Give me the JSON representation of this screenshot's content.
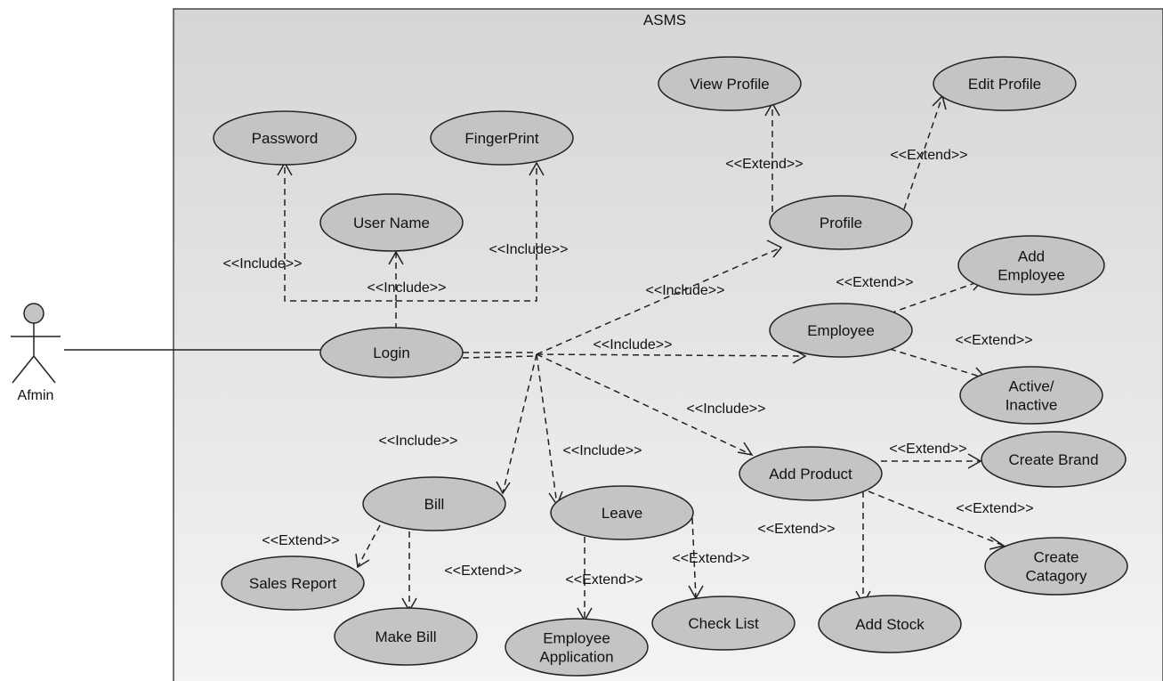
{
  "system": {
    "title": "ASMS"
  },
  "actor": {
    "name": "Afmin"
  },
  "use_cases": {
    "password": [
      "Password"
    ],
    "fingerprint": [
      "FingerPrint"
    ],
    "username": [
      "User Name"
    ],
    "login": [
      "Login"
    ],
    "view_profile": [
      "View Profile"
    ],
    "edit_profile": [
      "Edit Profile"
    ],
    "profile": [
      "Profile"
    ],
    "add_employee": [
      "Add",
      "Employee"
    ],
    "employee": [
      "Employee"
    ],
    "active_inactive": [
      "Active/",
      "Inactive"
    ],
    "add_product": [
      "Add Product"
    ],
    "create_brand": [
      "Create Brand"
    ],
    "create_catagory": [
      "Create",
      "Catagory"
    ],
    "bill": [
      "Bill"
    ],
    "leave": [
      "Leave"
    ],
    "sales_report": [
      "Sales Report"
    ],
    "make_bill": [
      "Make Bill"
    ],
    "employee_application": [
      "Employee",
      "Application"
    ],
    "check_list": [
      "Check List"
    ],
    "add_stock": [
      "Add Stock"
    ]
  },
  "relationship_labels": {
    "include_password": "<<Include>>",
    "include_username": "<<Include>>",
    "include_fingerprint": "<<Include>>",
    "include_profile": "<<Include>>",
    "include_employee": "<<Include>>",
    "include_add_product": "<<Include>>",
    "include_bill": "<<Include>>",
    "include_leave": "<<Include>>",
    "extend_view_profile": "<<Extend>>",
    "extend_edit_profile": "<<Extend>>",
    "extend_add_employee": "<<Extend>>",
    "extend_active_inactive": "<<Extend>>",
    "extend_create_brand": "<<Extend>>",
    "extend_create_catagory": "<<Extend>>",
    "extend_add_stock": "<<Extend>>",
    "extend_sales_report": "<<Extend>>",
    "extend_make_bill": "<<Extend>>",
    "extend_employee_application": "<<Extend>>",
    "extend_check_list": "<<Extend>>"
  },
  "colors": {
    "use_case_fill": "#c4c4c4",
    "boundary_top": "#d6d6d6",
    "boundary_bottom": "#f4f4f4",
    "line": "#222222"
  }
}
